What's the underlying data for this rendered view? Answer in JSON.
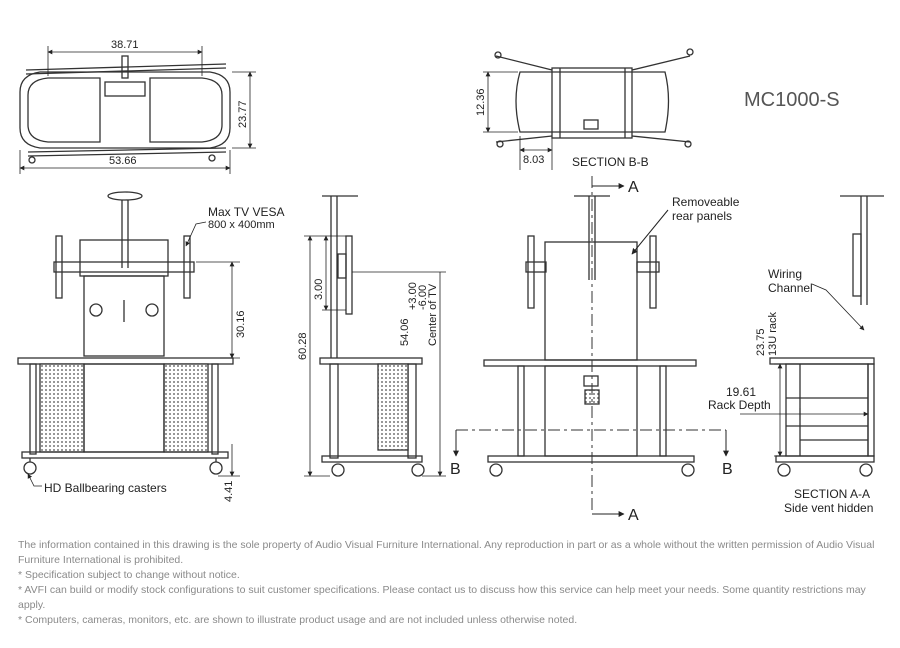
{
  "title": "MC1000-S",
  "top_view": {
    "width": "38.71",
    "depth": "53.66",
    "height": "23.77"
  },
  "section_bb": {
    "label": "SECTION B-B",
    "dim_v": "12.36",
    "dim_h": "8.03"
  },
  "front_view": {
    "vesa_line1": "Max TV VESA",
    "vesa_line2": "800 x 400mm",
    "dim_mount": "30.16",
    "dim_caster": "4.41",
    "casters": "HD Ballbearing casters"
  },
  "side_view": {
    "dim_total": "60.28",
    "dim_adjust": "3.00",
    "dim_center_1": "54.06",
    "dim_center_2": "+3.00",
    "dim_center_3": "-6.00",
    "dim_center_4": "Center of TV"
  },
  "rear_view": {
    "panels_line1": "Removeable",
    "panels_line2": "rear panels",
    "marker_a": "A",
    "marker_b": "B"
  },
  "section_aa": {
    "wiring_line1": "Wiring",
    "wiring_line2": "Channel",
    "rack_h": "23.75",
    "rack_u": "13U rack",
    "rack_depth_val": "19.61",
    "rack_depth_label": "Rack Depth",
    "label_line1": "SECTION A-A",
    "label_line2": "Side vent hidden"
  },
  "notes": [
    "The information contained in this drawing is the sole property of Audio Visual Furniture International. Any reproduction in part or as a whole without the written permission of Audio Visual Furniture International is prohibited.",
    "* Specification subject to change without notice.",
    "* AVFI can build or modify stock configurations to suit customer specifications. Please contact us to discuss how this service can help meet your needs. Some quantity restrictions may apply.",
    "* Computers, cameras, monitors, etc. are shown to illustrate product usage and are not included unless otherwise noted."
  ]
}
